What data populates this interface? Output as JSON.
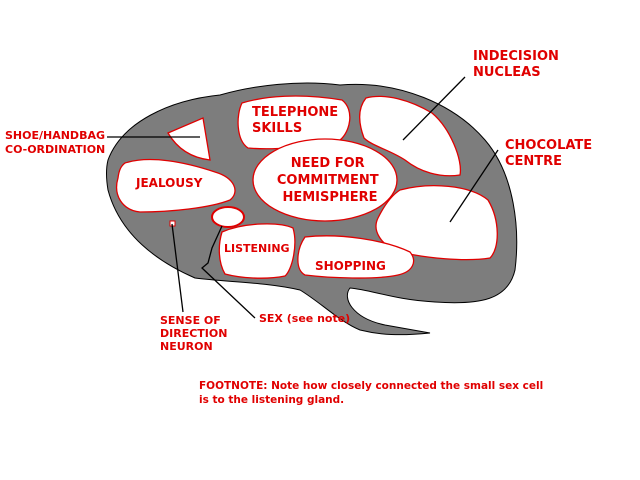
{
  "colors": {
    "brain_fill": "#7d7d7d",
    "region_fill": "#ffffff",
    "region_outline": "#e00000",
    "leader_lines": "#000000",
    "text": "#e00000"
  },
  "regions": {
    "telephone": [
      "TELEPHONE",
      "SKILLS"
    ],
    "indecision": [
      "INDECISION",
      "NUCLEAS"
    ],
    "shoe": [
      "SHOE/HANDBAG",
      "CO-ORDINATION"
    ],
    "chocolate": [
      "CHOCOLATE",
      "CENTRE"
    ],
    "commitment": [
      "NEED FOR",
      "COMMITMENT",
      "HEMISPHERE"
    ],
    "jealousy": "JEALOUSY",
    "listening": "LISTENING",
    "shopping": "SHOPPING",
    "direction": [
      "SENSE OF",
      "DIRECTION",
      "NEURON"
    ],
    "sex": "SEX (see note)"
  },
  "footnote": [
    "FOOTNOTE:  Note how closely connected the small sex cell",
    "is to the listening gland."
  ]
}
